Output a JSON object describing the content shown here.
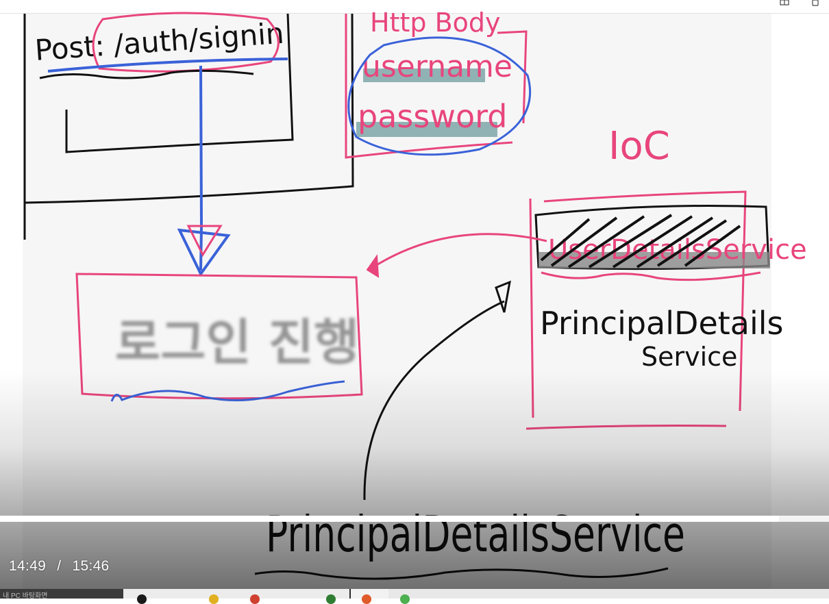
{
  "video": {
    "elapsed": "14:49",
    "separator": "/",
    "duration": "15:46",
    "progress_fraction": 0.94
  },
  "whiteboard": {
    "endpoint_text": "Post: /auth/signin",
    "body_title": "Http Body",
    "field_username": "username",
    "field_password": "password",
    "ioc_label": "IoC",
    "ioc_service_line1": "PrincipalDetails",
    "ioc_service_line2": "Service",
    "big_label": "PrincipalDetailsService",
    "struck_text": "UserDetailsService",
    "login_box_text": "로그인 진행"
  },
  "taskbar": {
    "left_label": "내 PC 바탕화면"
  },
  "colors": {
    "pink": "#e8457c",
    "blue": "#3a62d8",
    "black": "#111111",
    "highlight_teal": "#7fa6a8",
    "blur_gray": "#8a8a8a"
  }
}
